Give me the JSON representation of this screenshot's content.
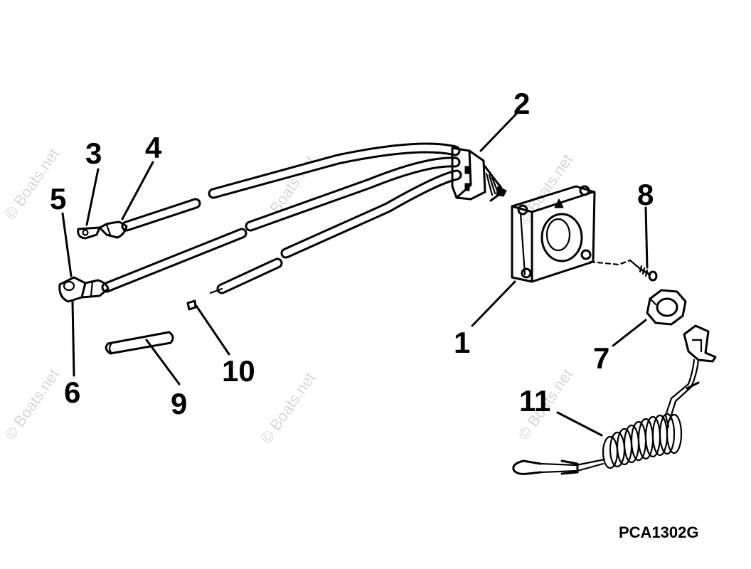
{
  "diagram": {
    "callouts": [
      {
        "id": "1",
        "label": "1"
      },
      {
        "id": "2",
        "label": "2"
      },
      {
        "id": "3",
        "label": "3"
      },
      {
        "id": "4",
        "label": "4"
      },
      {
        "id": "5",
        "label": "5"
      },
      {
        "id": "6",
        "label": "6"
      },
      {
        "id": "7",
        "label": "7"
      },
      {
        "id": "8",
        "label": "8"
      },
      {
        "id": "9",
        "label": "9"
      },
      {
        "id": "10",
        "label": "10"
      },
      {
        "id": "11",
        "label": "11"
      }
    ],
    "figure_code": "PCA1302G",
    "watermark": "© Boats.net"
  }
}
